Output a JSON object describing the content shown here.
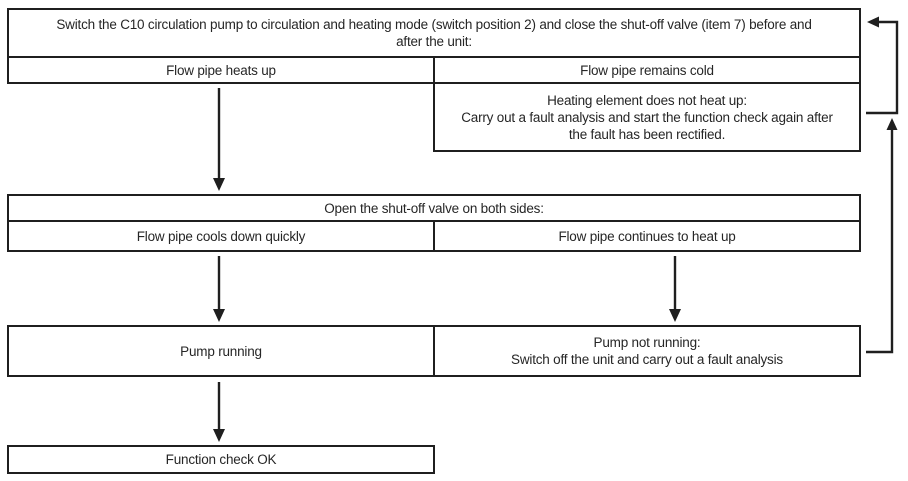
{
  "colors": {
    "line": "#1f1f1f",
    "text": "#262626",
    "background": "#ffffff"
  },
  "flowchart": {
    "title_hint": "Function check flowchart for C10 circulation pump",
    "step1": {
      "instruction": "Switch the C10 circulation pump to circulation and heating mode (switch position 2) and close the shut-off valve (item 7) before and\nafter the unit:"
    },
    "step1_outcomes": {
      "left": "Flow pipe heats up",
      "right": "Flow pipe remains cold"
    },
    "fault_box": {
      "text": "Heating element does not heat up:\nCarry out a fault analysis and start the function check again after\nthe fault has been rectified."
    },
    "step2": {
      "instruction": "Open the shut-off valve on both sides:"
    },
    "step2_outcomes": {
      "left": "Flow pipe cools down quickly",
      "right": "Flow pipe continues to heat up"
    },
    "step3_outcomes": {
      "left": "Pump running",
      "right": "Pump not running:\nSwitch off the unit and carry out a fault analysis"
    },
    "result": {
      "text": "Function check OK"
    },
    "connectors": {
      "arrow_1": "down-arrow from 'Flow pipe heats up' to 'Open the shut-off valve on both sides'",
      "arrow_2": "down-arrow from 'Flow pipe cools down quickly' to 'Pump running'",
      "arrow_3": "down-arrow from 'Flow pipe continues to heat up' to 'Pump not running'",
      "arrow_4": "down-arrow from 'Pump running' to 'Function check OK'",
      "loop_upper": "return line from fault box pointing left into step 1 box",
      "loop_lower": "return line from 'Pump not running' pointing up into the upper return line"
    }
  }
}
